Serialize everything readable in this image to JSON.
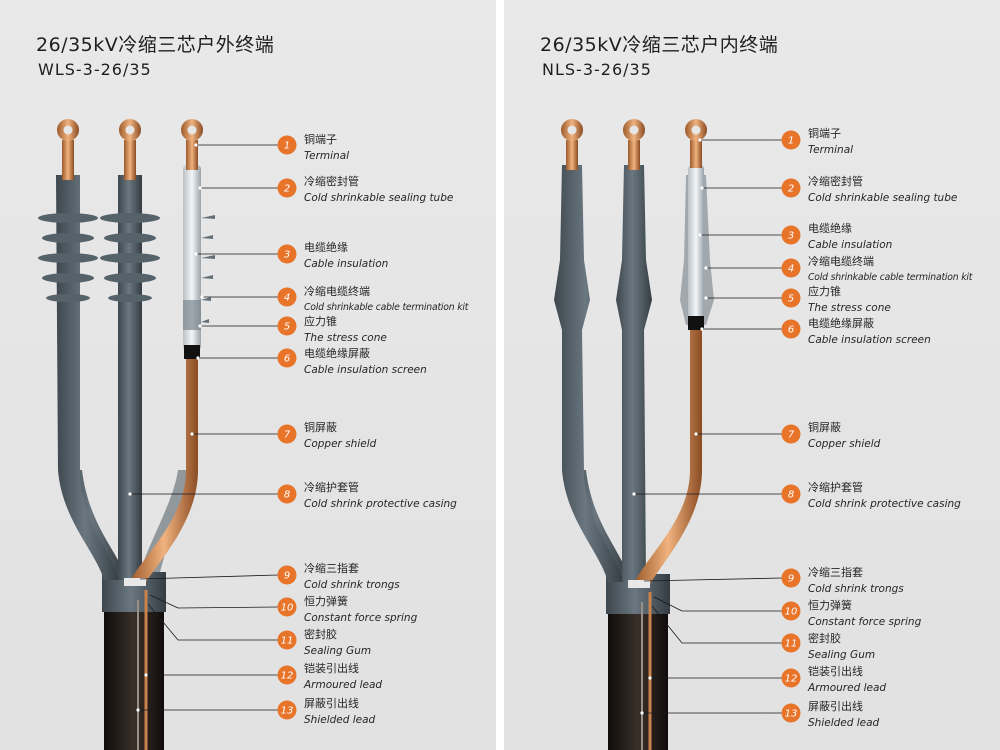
{
  "panels": [
    {
      "id": "outdoor",
      "title": "26/35kV冷缩三芯户外终端",
      "model": "WLS-3-26/35",
      "labels": [
        {
          "num": "1",
          "zh": "铜端子",
          "en": "Terminal"
        },
        {
          "num": "2",
          "zh": "冷缩密封管",
          "en": "Cold shrinkable sealing tube"
        },
        {
          "num": "3",
          "zh": "电缆绝缘",
          "en": "Cable insulation"
        },
        {
          "num": "4",
          "zh": "冷缩电缆终端",
          "en": "Cold shrinkable cable termination kit"
        },
        {
          "num": "5",
          "zh": "应力锥",
          "en": "The stress cone"
        },
        {
          "num": "6",
          "zh": "电缆绝缘屏蔽",
          "en": "Cable insulation screen"
        },
        {
          "num": "7",
          "zh": "铜屏蔽",
          "en": "Copper shield"
        },
        {
          "num": "8",
          "zh": "冷缩护套管",
          "en": "Cold shrink protective casing"
        },
        {
          "num": "9",
          "zh": "冷缩三指套",
          "en": "Cold shrink trongs"
        },
        {
          "num": "10",
          "zh": "恒力弹簧",
          "en": "Constant force spring"
        },
        {
          "num": "11",
          "zh": "密封胶",
          "en": "Sealing Gum"
        },
        {
          "num": "12",
          "zh": "铠装引出线",
          "en": "Armoured lead"
        },
        {
          "num": "13",
          "zh": "屏蔽引出线",
          "en": "Shielded lead"
        }
      ]
    },
    {
      "id": "indoor",
      "title": "26/35kV冷缩三芯户内终端",
      "model": "NLS-3-26/35",
      "labels": [
        {
          "num": "1",
          "zh": "铜端子",
          "en": "Terminal"
        },
        {
          "num": "2",
          "zh": "冷缩密封管",
          "en": "Cold shrinkable sealing tube"
        },
        {
          "num": "3",
          "zh": "电缆绝缘",
          "en": "Cable insulation"
        },
        {
          "num": "4",
          "zh": "冷缩电缆终端",
          "en": "Cold shrinkable cable termination kit"
        },
        {
          "num": "5",
          "zh": "应力锥",
          "en": "The stress cone"
        },
        {
          "num": "6",
          "zh": "电缆绝缘屏蔽",
          "en": "Cable insulation screen"
        },
        {
          "num": "7",
          "zh": "铜屏蔽",
          "en": "Copper shield"
        },
        {
          "num": "8",
          "zh": "冷缩护套管",
          "en": "Cold shrink protective casing"
        },
        {
          "num": "9",
          "zh": "冷缩三指套",
          "en": "Cold shrink trongs"
        },
        {
          "num": "10",
          "zh": "恒力弹簧",
          "en": "Constant force spring"
        },
        {
          "num": "11",
          "zh": "密封胶",
          "en": "Sealing Gum"
        },
        {
          "num": "12",
          "zh": "铠装引出线",
          "en": "Armoured lead"
        },
        {
          "num": "13",
          "zh": "屏蔽引出线",
          "en": "Shielded lead"
        }
      ]
    }
  ],
  "colors": {
    "badge": "#e8742a",
    "rubber": "#5b6770",
    "copper": "#c9834b",
    "jacket": "#1f1a17"
  }
}
